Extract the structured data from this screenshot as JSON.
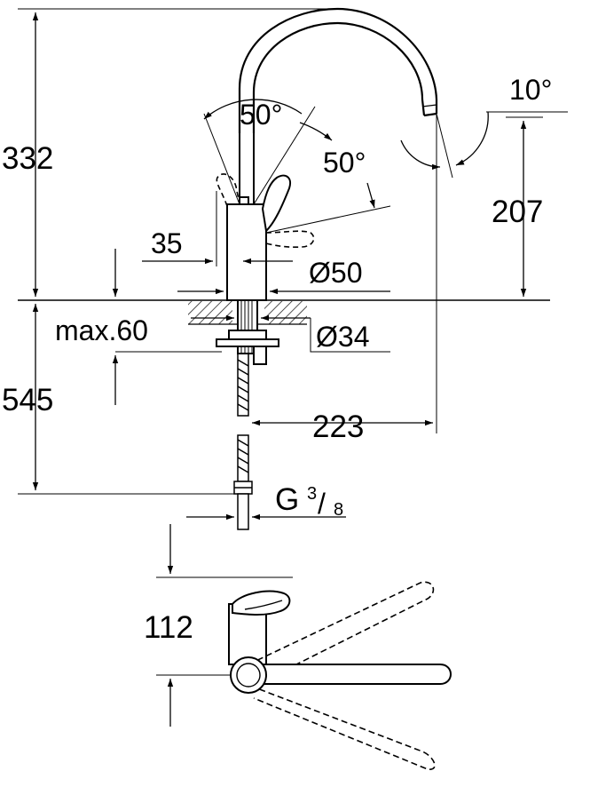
{
  "dimensions": {
    "height_above_counter": "332",
    "spout_height": "207",
    "spout_angle": "10°",
    "lever_angle_1": "50°",
    "lever_angle_2": "50°",
    "handle_offset": "35",
    "body_diameter": "Ø50",
    "mount_diameter": "Ø34",
    "max_counter_thickness": "max.60",
    "hose_length": "545",
    "spout_reach": "223",
    "connection_thread_base": "G",
    "connection_thread_num": "3",
    "connection_thread_den": "8",
    "lever_length": "112"
  }
}
